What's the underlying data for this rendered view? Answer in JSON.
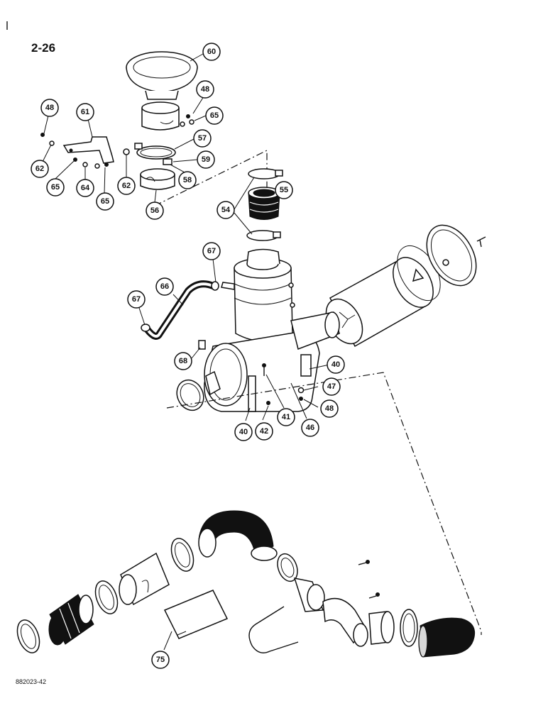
{
  "page": {
    "page_number": "2-26",
    "figure_code": "882023-42"
  },
  "callouts": [
    "60",
    "48",
    "65",
    "61",
    "57",
    "59",
    "62",
    "64",
    "65",
    "62",
    "58",
    "56",
    "48",
    "65",
    "54",
    "55",
    "67",
    "66",
    "67",
    "68",
    "40",
    "47",
    "48",
    "41",
    "46",
    "42",
    "40",
    "75"
  ]
}
